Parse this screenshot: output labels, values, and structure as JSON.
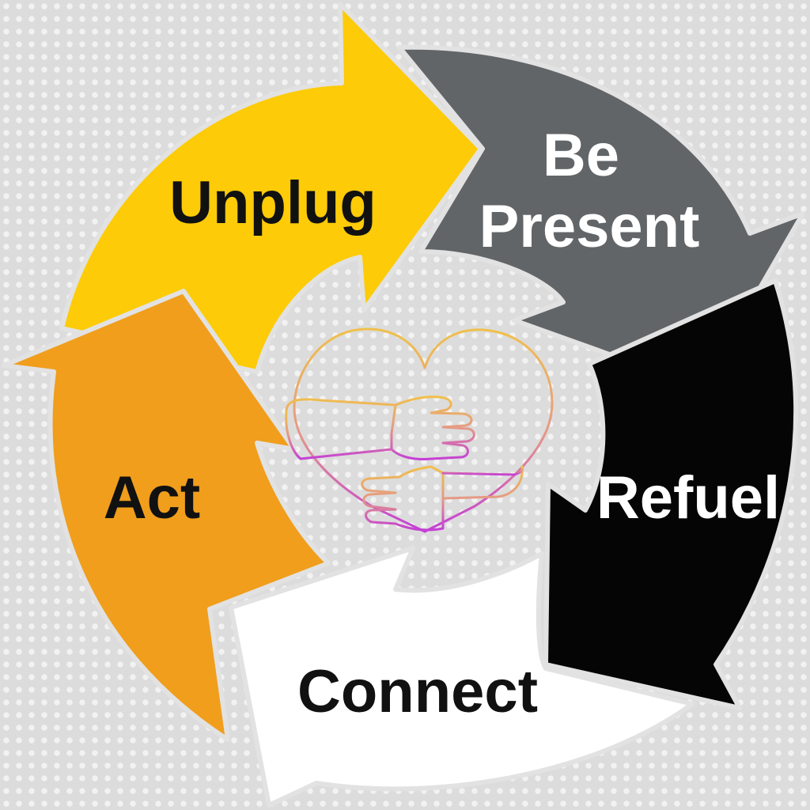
{
  "steps": [
    {
      "label_lines": [
        "Unplug"
      ],
      "fill": "#fdcb07",
      "text_color": "#111111"
    },
    {
      "label_lines": [
        "Be",
        "Present"
      ],
      "fill": "#626568",
      "text_color": "#ffffff"
    },
    {
      "label_lines": [
        "Refuel"
      ],
      "fill": "#050505",
      "text_color": "#ffffff"
    },
    {
      "label_lines": [
        "Connect"
      ],
      "fill": "#ffffff",
      "text_color": "#111111"
    },
    {
      "label_lines": [
        "Act"
      ],
      "fill": "#f09e1c",
      "text_color": "#111111"
    }
  ],
  "center_icon": "heart-hug-icon",
  "colors": {
    "background": "#dcdcdc",
    "dots": "#f2f2f2"
  }
}
